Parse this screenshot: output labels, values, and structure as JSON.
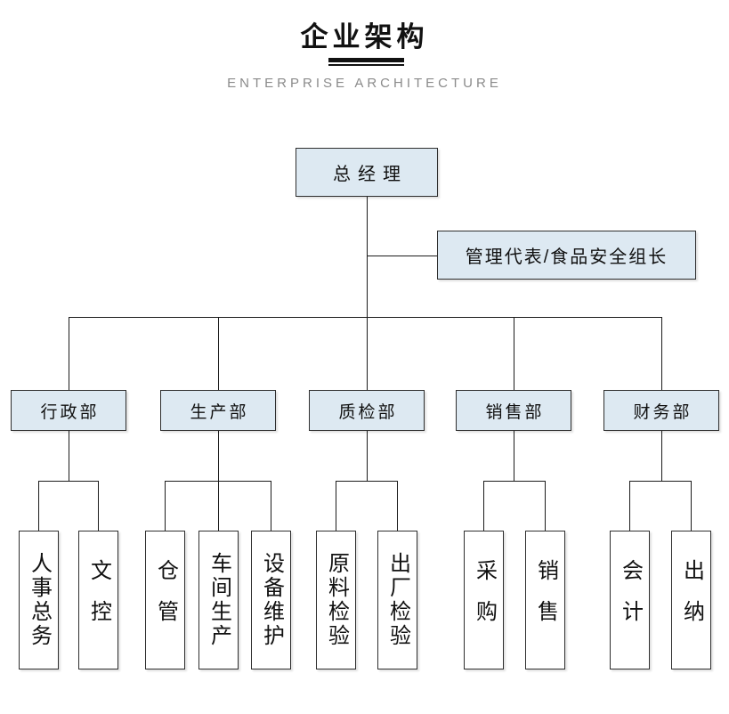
{
  "header": {
    "title": "企业架构",
    "subtitle": "ENTERPRISE ARCHITECTURE"
  },
  "colors": {
    "node_fill": "#dde9f2",
    "leaf_fill": "#ffffff",
    "border": "#2e2e2e",
    "line": "#1b1b1b",
    "title_text": "#111111",
    "subtitle_text": "#8b8b8b"
  },
  "chart": {
    "root": {
      "label": "总经理"
    },
    "staff": {
      "label": "管理代表/食品安全组长"
    },
    "departments": [
      {
        "label": "行政部",
        "children": [
          {
            "label": "人事总务"
          },
          {
            "label": "文控"
          }
        ]
      },
      {
        "label": "生产部",
        "children": [
          {
            "label": "仓管"
          },
          {
            "label": "车间生产"
          },
          {
            "label": "设备维护"
          }
        ]
      },
      {
        "label": "质检部",
        "children": [
          {
            "label": "原料检验"
          },
          {
            "label": "出厂检验"
          }
        ]
      },
      {
        "label": "销售部",
        "children": [
          {
            "label": "采购"
          },
          {
            "label": "销售"
          }
        ]
      },
      {
        "label": "财务部",
        "children": [
          {
            "label": "会计"
          },
          {
            "label": "出纳"
          }
        ]
      }
    ]
  }
}
